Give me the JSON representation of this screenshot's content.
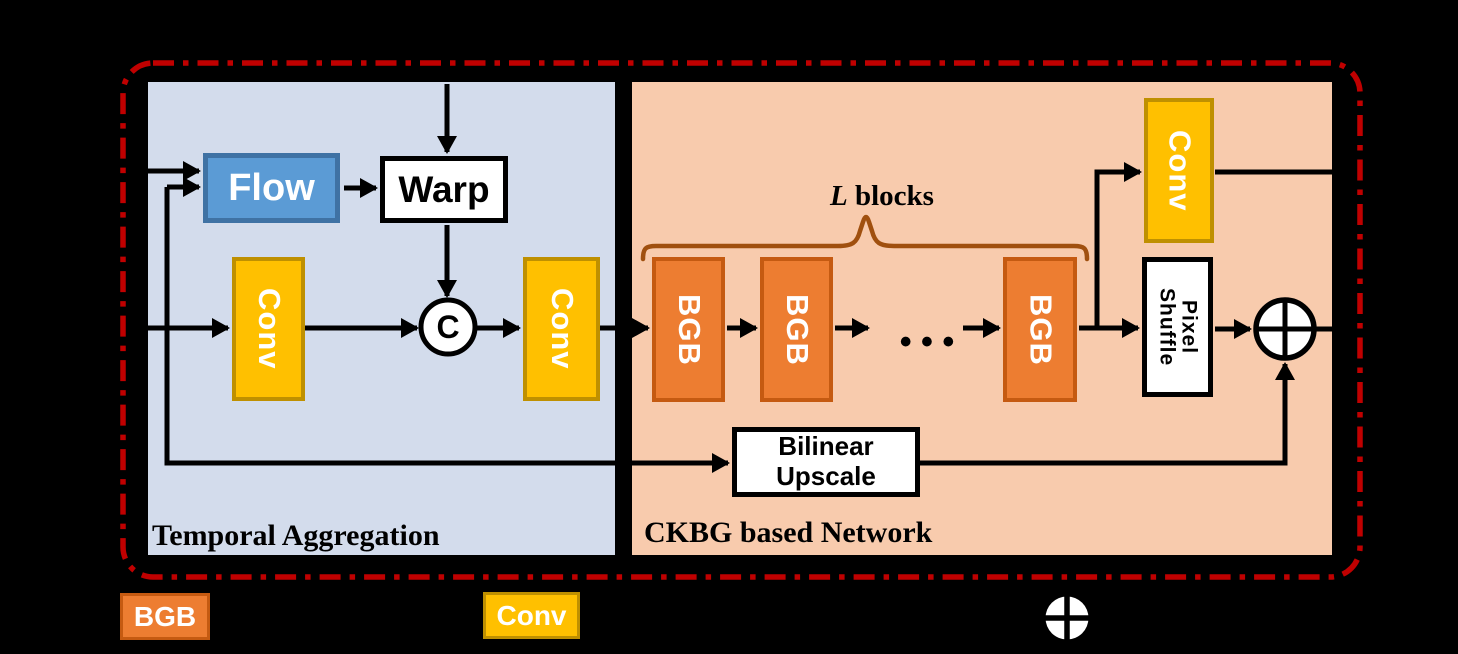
{
  "figure": {
    "regions": {
      "temporal_label": "Temporal Aggregation",
      "ckbg_label": "CKBG based Network"
    },
    "nodes": {
      "flow": "Flow",
      "warp": "Warp",
      "conv": "Conv",
      "concat": "C",
      "bgb": "BGB",
      "pixel_shuffle": "Pixel\nShuffle",
      "bilinear_upscale": "Bilinear\nUpscale"
    },
    "annotations": {
      "l_blocks_var": "L",
      "l_blocks_text": " blocks",
      "ellipsis": "• • •"
    },
    "legend": {
      "bgb": "BGB",
      "conv": "Conv"
    },
    "icons": {
      "concat_node": "circle-c-concat-icon",
      "add_node": "circle-plus-add-icon",
      "legend_add": "circle-plus-add-icon"
    }
  },
  "colors": {
    "red_border": "#C00000",
    "region_blue": "#D3DCEC",
    "region_orange": "#F8CBAD",
    "flow_fill": "#5B9BD5",
    "flow_border": "#3F72A4",
    "conv_fill": "#FFC000",
    "conv_border": "#BF9000",
    "bgb_fill": "#ED7D31",
    "bgb_border": "#C55A11",
    "brace": "#A0500F",
    "line": "#000000"
  }
}
